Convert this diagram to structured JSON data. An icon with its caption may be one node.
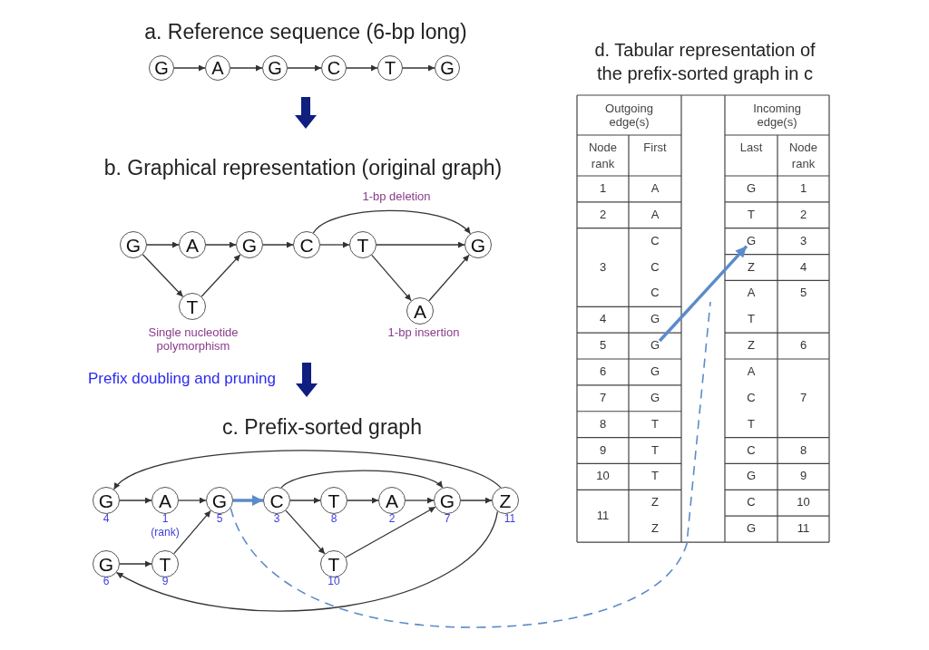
{
  "diagram": {
    "nodes": [
      {
        "text": [
          "G"
        ]
      },
      {
        "text": [
          "A"
        ]
      },
      {
        "text": [
          "G"
        ]
      },
      {
        "text": [
          "C"
        ]
      },
      {
        "text": [
          "T"
        ]
      },
      {
        "text": [
          "G"
        ]
      },
      {
        "text": [
          "G"
        ]
      },
      {
        "text": [
          "A"
        ]
      },
      {
        "text": [
          "G"
        ]
      },
      {
        "text": [
          "C"
        ]
      },
      {
        "text": [
          "T"
        ]
      },
      {
        "text": [
          "G"
        ]
      },
      {
        "text": [
          "T"
        ],
        "beside": [
          "Single nucleotide polymorphism"
        ]
      },
      {
        "text": [
          "A"
        ],
        "beside": [
          "1-bp insertion"
        ]
      },
      {
        "text": [
          "G"
        ],
        "beside": [
          "4"
        ]
      },
      {
        "text": [
          "A"
        ],
        "beside": [
          "1",
          "(rank)"
        ]
      },
      {
        "text": [
          "G"
        ],
        "beside": [
          "5"
        ]
      },
      {
        "text": [
          "C"
        ],
        "beside": [
          "3"
        ]
      },
      {
        "text": [
          "T"
        ],
        "beside": [
          "8"
        ]
      },
      {
        "text": [
          "A"
        ],
        "beside": [
          "2"
        ]
      },
      {
        "text": [
          "G"
        ],
        "beside": [
          "7"
        ]
      },
      {
        "text": [
          "Z"
        ],
        "beside": [
          "11"
        ]
      },
      {
        "text": [
          "G"
        ],
        "beside": [
          "6"
        ]
      },
      {
        "text": [
          "T"
        ],
        "beside": [
          "9"
        ]
      },
      {
        "text": [
          "T"
        ],
        "beside": [
          "10"
        ]
      },
      {
        "text": [
          "G"
        ]
      },
      {
        "text": [
          "G"
        ]
      }
    ],
    "edges": [
      {
        "from": 0,
        "to": 1,
        "arrow": "to"
      },
      {
        "from": 1,
        "to": 2,
        "arrow": "to"
      },
      {
        "from": 2,
        "to": 3,
        "arrow": "to"
      },
      {
        "from": 3,
        "to": 4,
        "arrow": "to"
      },
      {
        "from": 4,
        "to": 5,
        "arrow": "to"
      },
      {
        "from": 6,
        "to": 7,
        "arrow": "to"
      },
      {
        "from": 7,
        "to": 8,
        "arrow": "to"
      },
      {
        "from": 6,
        "to": 12,
        "arrow": "to"
      },
      {
        "from": 12,
        "to": 8,
        "arrow": "to"
      },
      {
        "from": 8,
        "to": 9,
        "arrow": "to"
      },
      {
        "from": 9,
        "to": 10,
        "arrow": "to"
      },
      {
        "from": 9,
        "to": 11,
        "arrow": "to",
        "label": "1-bp deletion"
      },
      {
        "from": 10,
        "to": 11,
        "arrow": "to"
      },
      {
        "from": 10,
        "to": 13,
        "arrow": "to"
      },
      {
        "from": 13,
        "to": 11,
        "arrow": "to"
      },
      {
        "from": 14,
        "to": 15,
        "arrow": "to"
      },
      {
        "from": 15,
        "to": 16,
        "arrow": "to"
      },
      {
        "from": 16,
        "to": 17,
        "arrow": "to",
        "style": "thick",
        "color": "#5b8bc9"
      },
      {
        "from": 17,
        "to": 18,
        "arrow": "to"
      },
      {
        "from": 18,
        "to": 19,
        "arrow": "to"
      },
      {
        "from": 19,
        "to": 20,
        "arrow": "to"
      },
      {
        "from": 20,
        "to": 21,
        "arrow": "to"
      },
      {
        "from": 17,
        "to": 20,
        "arrow": "to"
      },
      {
        "from": 17,
        "to": 24,
        "arrow": "to"
      },
      {
        "from": 24,
        "to": 20,
        "arrow": "to"
      },
      {
        "from": 21,
        "to": 14,
        "arrow": "to"
      },
      {
        "from": 21,
        "to": 22,
        "arrow": "to"
      },
      {
        "from": 22,
        "to": 23,
        "arrow": "to"
      },
      {
        "from": 23,
        "to": 16,
        "arrow": "to"
      },
      {
        "from": 26,
        "to": 25,
        "arrow": "to",
        "style": "thick",
        "color": "#5b8bc9"
      },
      {
        "from": 16,
        "to": null,
        "arrow": "none",
        "style": "dashed",
        "color": "#5b8bc9"
      }
    ],
    "labels": [
      "a. Reference sequence (6-bp long)",
      "b. Graphical representation (original graph)",
      "Prefix doubling and pruning",
      "c. Prefix-sorted graph",
      "d. Tabular representation of the prefix-sorted graph in c",
      "Outgoing edge(s)",
      "Incoming edge(s)",
      "Node rank",
      "First",
      "Last",
      "Node rank",
      "1",
      "A",
      "G",
      "1",
      "2",
      "A",
      "T",
      "2",
      "C",
      "3",
      "3",
      "C",
      "Z",
      "4",
      "C",
      "A",
      "5",
      "4",
      "G",
      "T",
      "5",
      "Z",
      "6",
      "6",
      "G",
      "A",
      "7",
      "G",
      "C",
      "7",
      "8",
      "T",
      "T",
      "9",
      "T",
      "C",
      "8",
      "10",
      "T",
      "G",
      "9",
      "11",
      "Z",
      "C",
      "10",
      "Z",
      "G",
      "11"
    ]
  }
}
